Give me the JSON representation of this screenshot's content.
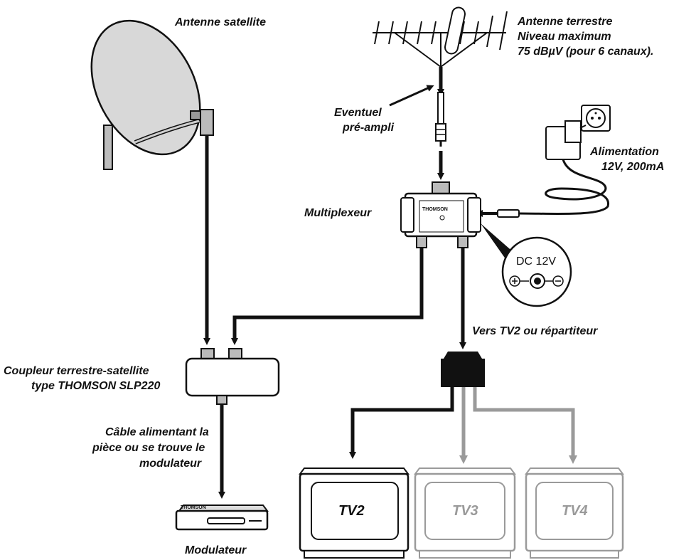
{
  "labels": {
    "satellite": "Antenne satellite",
    "terrestrial_line1": "Antenne terrestre",
    "terrestrial_line2": "Niveau maximum",
    "terrestrial_line3": "75 dBµV (pour 6 canaux).",
    "preamp_line1": "Eventuel",
    "preamp_line2": "pré-ampli",
    "power_line1": "Alimentation",
    "power_line2": "12V, 200mA",
    "multiplexer": "Multiplexeur",
    "dc": "DC 12V",
    "vers_tv2": "Vers TV2 ou répartiteur",
    "coupler_line1": "Coupleur terrestre-satellite",
    "coupler_line2": "type THOMSON SLP220",
    "cable_line1": "Câble alimentant la",
    "cable_line2": "pièce ou se trouve le",
    "cable_line3": "modulateur",
    "modulator": "Modulateur",
    "modulator_brand": "THOMSON",
    "mux_brand": "THOMSON"
  },
  "tvs": [
    {
      "label": "TV2",
      "active": true
    },
    {
      "label": "TV3",
      "active": false
    },
    {
      "label": "TV4",
      "active": false
    }
  ],
  "colors": {
    "line": "#111111",
    "inactive": "#9a9a9a",
    "dish_fill": "#d8d8d8"
  }
}
